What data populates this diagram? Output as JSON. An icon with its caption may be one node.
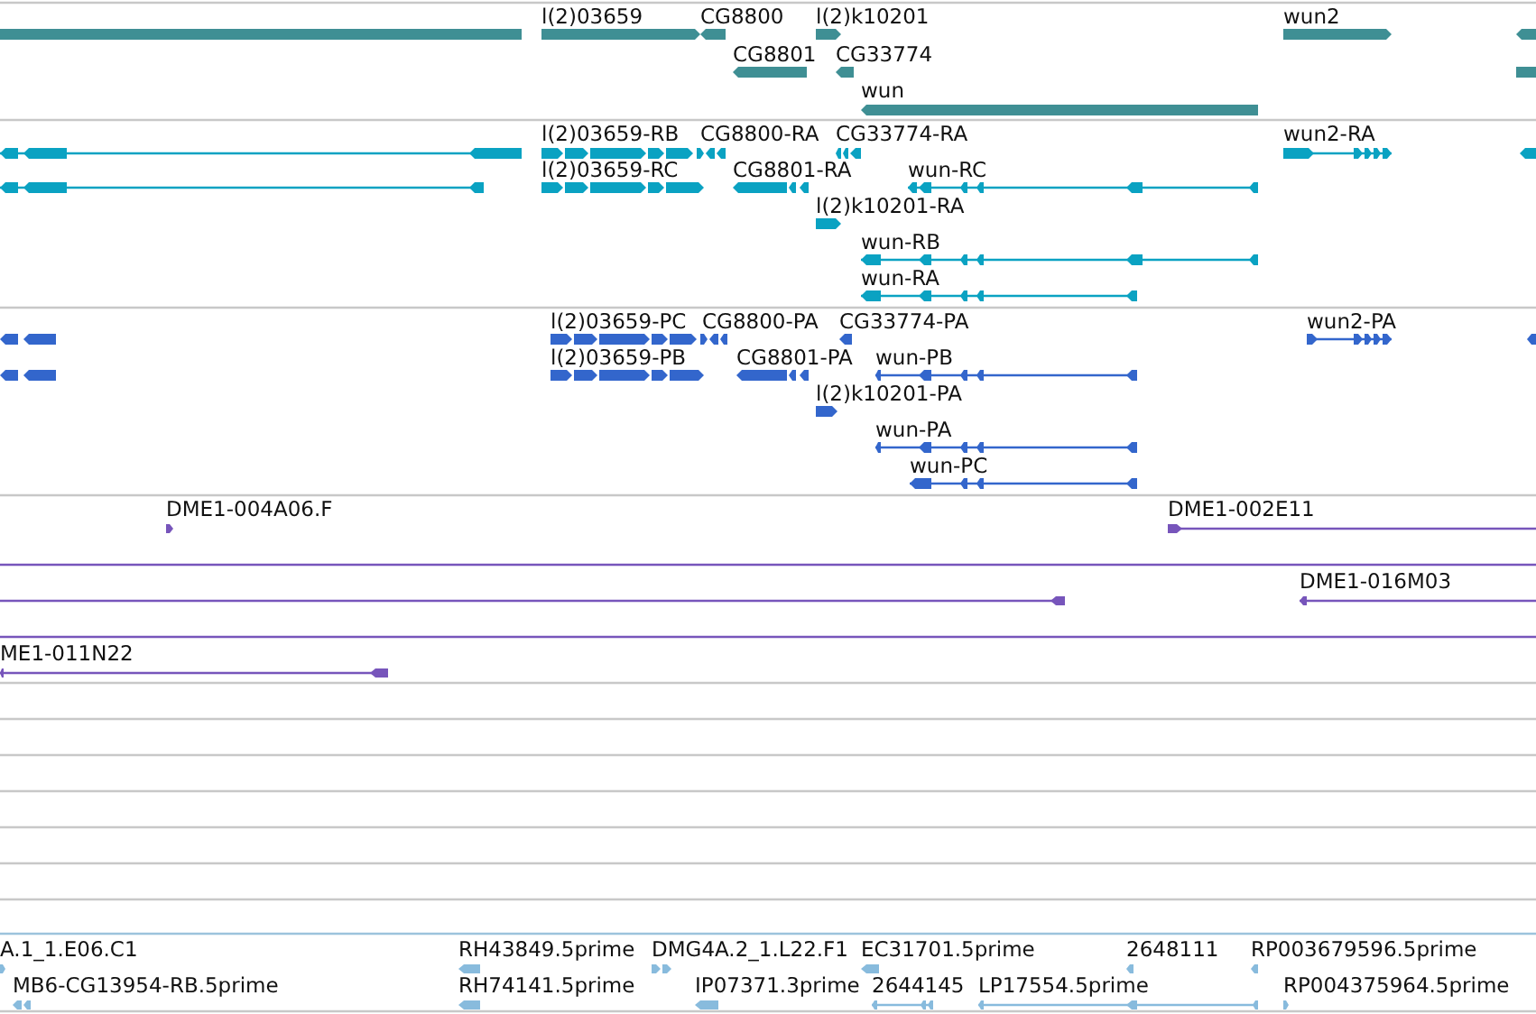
{
  "diagram": {
    "labels": [
      "l(2)03659",
      "CG8800",
      "l(2)k10201",
      "wun2",
      "CG8801",
      "CG33774",
      "wun",
      "l(2)03659-RB",
      "CG8800-RA",
      "CG33774-RA",
      "wun2-RA",
      "l(2)03659-RC",
      "CG8801-RA",
      "wun-RC",
      "l(2)k10201-RA",
      "wun-RB",
      "wun-RA",
      "l(2)03659-PC",
      "CG8800-PA",
      "CG33774-PA",
      "wun2-PA",
      "l(2)03659-PB",
      "CG8801-PA",
      "wun-PB",
      "l(2)k10201-PA",
      "wun-PA",
      "wun-PC",
      "DME1-004A06.F",
      "DME1-002E11",
      "DME1-016M03",
      "ME1-011N22",
      "A.1_1.E06.C1",
      "RH43849.5prime",
      "DMG4A.2_1.L22.F1",
      "EC31701.5prime",
      "2648111",
      "RP003679596.5prime",
      "MB6-CG13954-RB.5prime",
      "RH74141.5prime",
      "IP07371.3prime",
      "2644145",
      "LP17554.5prime",
      "RP004375964.5prime"
    ]
  }
}
